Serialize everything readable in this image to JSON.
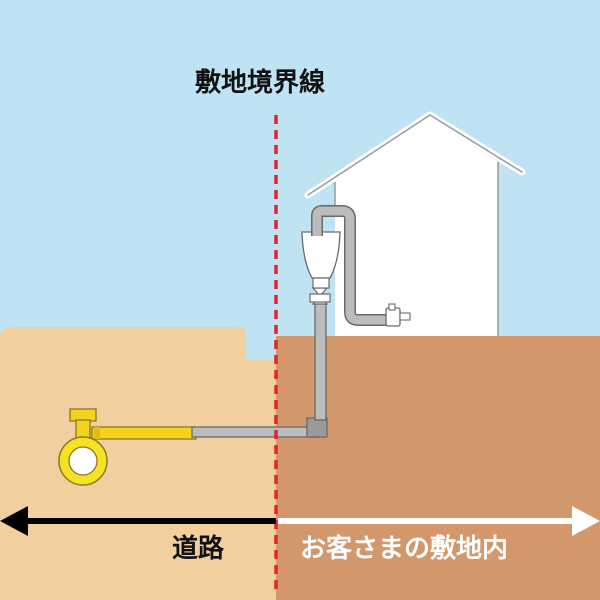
{
  "labels": {
    "boundary_line": "敷地境界線",
    "road": "道路",
    "customer_premises": "お客さまの敷地内"
  },
  "colors": {
    "sky": "#bfe3f3",
    "road_ground": "#f1cf9e",
    "premises_ground": "#d2976b",
    "boundary_line": "#e2242b",
    "gas_main": "#f7e126",
    "pipe_yellow": "#f4d21f",
    "pipe_gray": "#bcbcbc",
    "house": "#ffffff",
    "arrow_road": "#000000",
    "arrow_premises": "#ffffff"
  }
}
